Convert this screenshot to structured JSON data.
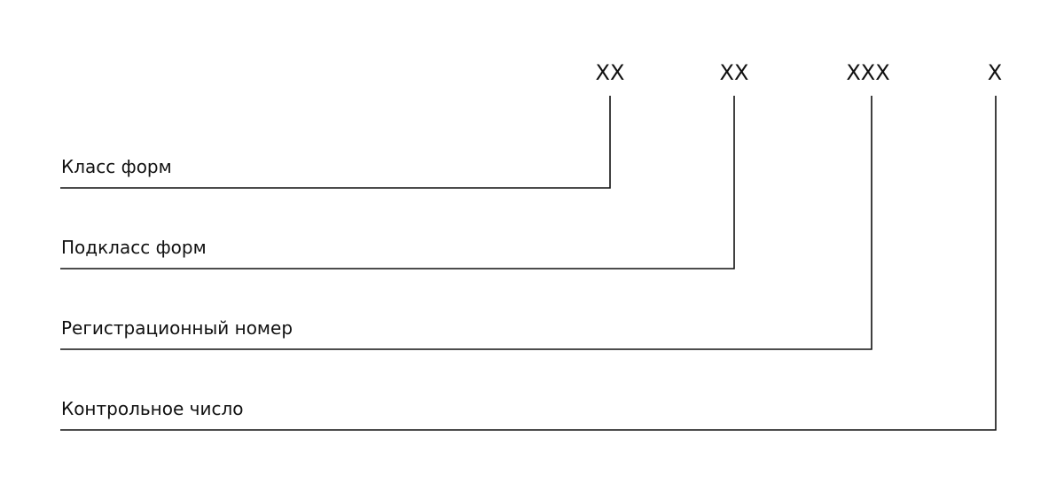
{
  "codes": [
    {
      "text": "XX"
    },
    {
      "text": "XX"
    },
    {
      "text": "XXX"
    },
    {
      "text": "X"
    }
  ],
  "labels": [
    {
      "text": "Класс форм"
    },
    {
      "text": "Подкласс форм"
    },
    {
      "text": "Регистрационный номер"
    },
    {
      "text": "Контрольное число"
    }
  ]
}
